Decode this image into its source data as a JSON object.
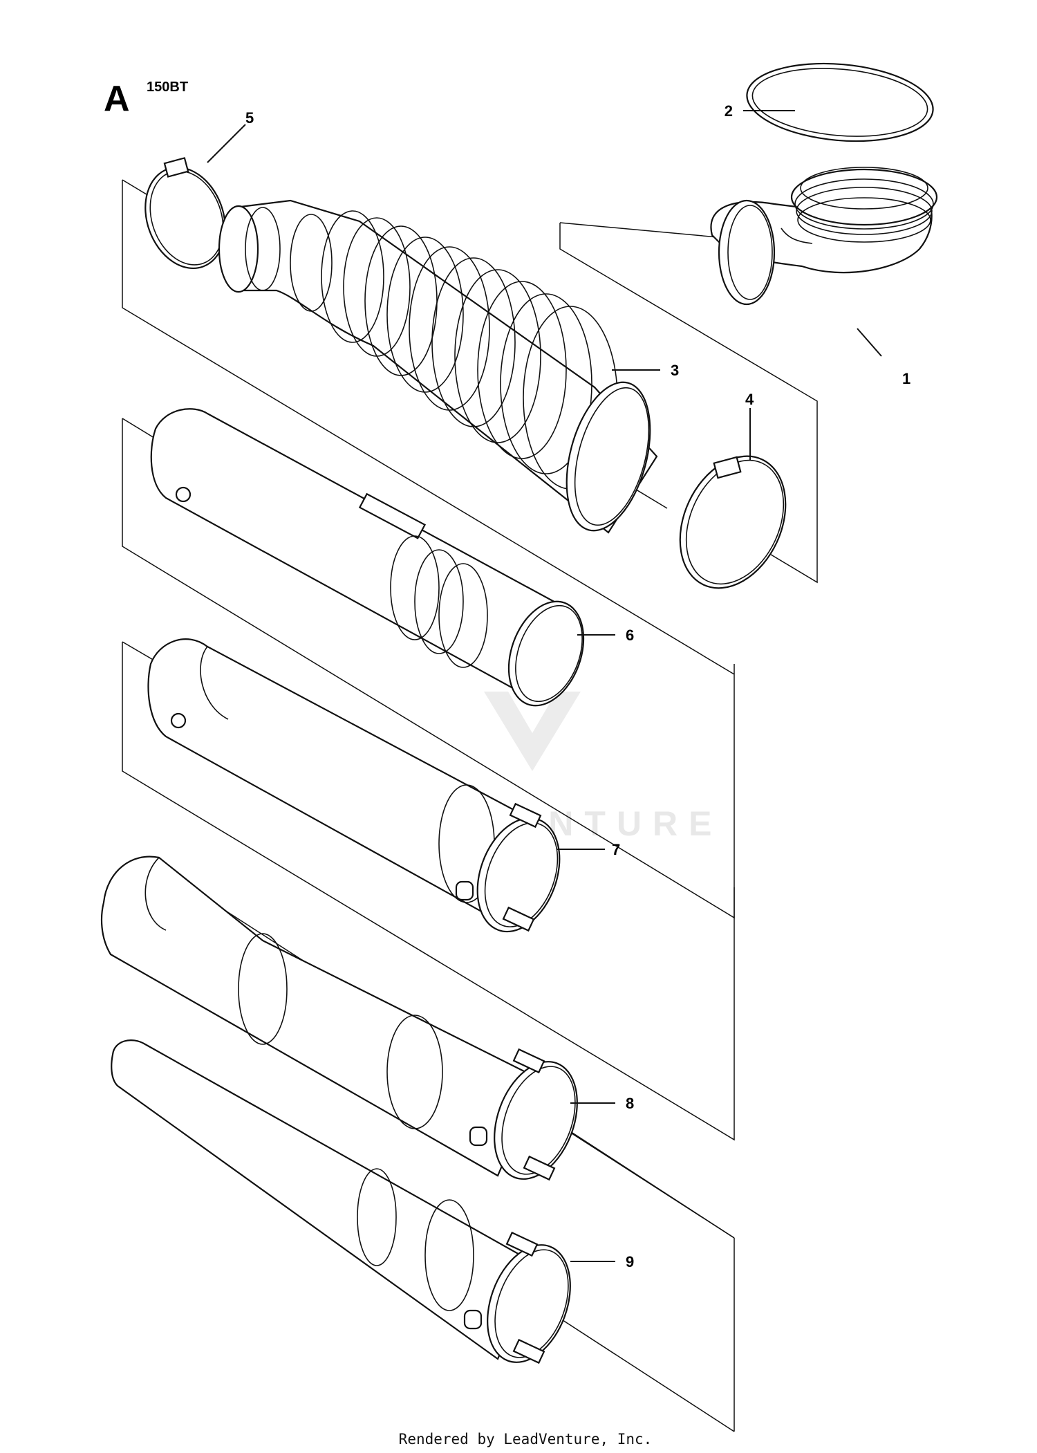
{
  "header": {
    "section_letter": "A",
    "model": "150BT"
  },
  "callouts": [
    {
      "id": "1",
      "label": "1",
      "part": "elbow"
    },
    {
      "id": "2",
      "label": "2",
      "part": "o-ring"
    },
    {
      "id": "3",
      "label": "3",
      "part": "flexible-hose"
    },
    {
      "id": "4",
      "label": "4",
      "part": "hose-clamp"
    },
    {
      "id": "5",
      "label": "5",
      "part": "hose-clamp"
    },
    {
      "id": "6",
      "label": "6",
      "part": "handle-tube"
    },
    {
      "id": "7",
      "label": "7",
      "part": "blower-tube"
    },
    {
      "id": "8",
      "label": "8",
      "part": "blower-tube"
    },
    {
      "id": "9",
      "label": "9",
      "part": "nozzle"
    }
  ],
  "watermark": {
    "text": "LEADVENTURE"
  },
  "footer": {
    "text": "Rendered by LeadVenture, Inc."
  },
  "colors": {
    "line": "#111111",
    "background": "#ffffff",
    "watermark": "#e8e8e8"
  }
}
